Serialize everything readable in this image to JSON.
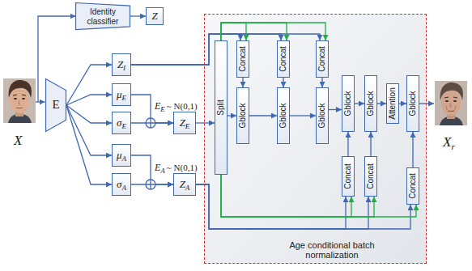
{
  "diagram": {
    "nodes": [
      {
        "text": [
          "Identity classifier"
        ]
      },
      {
        "text": [
          "Z"
        ]
      },
      {
        "text": [
          "E"
        ]
      },
      {
        "text": [
          "Z",
          "I"
        ]
      },
      {
        "text": [
          "μ",
          "E"
        ]
      },
      {
        "text": [
          "σ",
          "E"
        ]
      },
      {
        "text": [
          "μ",
          "A"
        ]
      },
      {
        "text": [
          "σ",
          "A"
        ]
      },
      {
        "text": [
          "Z",
          "E"
        ]
      },
      {
        "text": [
          "Z",
          "A"
        ]
      },
      {
        "text": [
          "Age conditional batch normalization"
        ]
      },
      {
        "text": [
          "Split"
        ],
        "in": 10
      },
      {
        "text": [
          "Concat"
        ],
        "in": 10
      },
      {
        "text": [
          "Concat"
        ],
        "in": 10
      },
      {
        "text": [
          "Concat"
        ],
        "in": 10
      },
      {
        "text": [
          "Gblock"
        ],
        "in": 10
      },
      {
        "text": [
          "Gblock"
        ],
        "in": 10
      },
      {
        "text": [
          "Gblock"
        ],
        "in": 10
      },
      {
        "text": [
          "Gblock"
        ],
        "in": 10
      },
      {
        "text": [
          "Gblock"
        ],
        "in": 10
      },
      {
        "text": [
          "Attention"
        ],
        "in": 10
      },
      {
        "text": [
          "Gblock"
        ],
        "in": 10
      },
      {
        "text": [
          "Concat"
        ],
        "in": 10
      },
      {
        "text": [
          "Concat"
        ],
        "in": 10
      },
      {
        "text": [
          "Concat"
        ],
        "in": 10
      }
    ],
    "edges": [
      {
        "from": 0,
        "to": 1,
        "arrow": "to"
      },
      {
        "from": 2,
        "to": 3,
        "arrow": "to"
      },
      {
        "from": 2,
        "to": 4,
        "arrow": "to"
      },
      {
        "from": 2,
        "to": 5,
        "arrow": "to"
      },
      {
        "from": 2,
        "to": 6,
        "arrow": "to"
      },
      {
        "from": 2,
        "to": 7,
        "arrow": "to"
      },
      {
        "from": 4,
        "to": 8,
        "arrow": "to"
      },
      {
        "from": 5,
        "to": 8,
        "arrow": "to"
      },
      {
        "from": 6,
        "to": 9,
        "arrow": "to"
      },
      {
        "from": 7,
        "to": 9,
        "arrow": "to"
      },
      {
        "from": 3,
        "to": 12,
        "arrow": "to"
      },
      {
        "from": 3,
        "to": 13,
        "arrow": "to"
      },
      {
        "from": 3,
        "to": 14,
        "arrow": "to"
      },
      {
        "from": 11,
        "to": 12,
        "arrow": "to"
      },
      {
        "from": 11,
        "to": 13,
        "arrow": "to"
      },
      {
        "from": 11,
        "to": 14,
        "arrow": "to"
      },
      {
        "from": 8,
        "to": 11,
        "arrow": "to"
      },
      {
        "from": 11,
        "to": 15,
        "arrow": "to"
      },
      {
        "from": 12,
        "to": 15,
        "arrow": "to"
      },
      {
        "from": 13,
        "to": 16,
        "arrow": "to"
      },
      {
        "from": 14,
        "to": 17,
        "arrow": "to"
      },
      {
        "from": 15,
        "to": 16,
        "arrow": "to"
      },
      {
        "from": 16,
        "to": 17,
        "arrow": "to"
      },
      {
        "from": 17,
        "to": 18,
        "arrow": "to"
      },
      {
        "from": 18,
        "to": 19,
        "arrow": "to"
      },
      {
        "from": 19,
        "to": 20,
        "arrow": "to"
      },
      {
        "from": 20,
        "to": 21,
        "arrow": "to"
      },
      {
        "from": 9,
        "to": 22,
        "arrow": "to"
      },
      {
        "from": 9,
        "to": 23,
        "arrow": "to"
      },
      {
        "from": 9,
        "to": 24,
        "arrow": "to"
      },
      {
        "from": 11,
        "to": 22,
        "arrow": "to"
      },
      {
        "from": 11,
        "to": 23,
        "arrow": "to"
      },
      {
        "from": 11,
        "to": 24,
        "arrow": "to"
      },
      {
        "from": 22,
        "to": 18,
        "arrow": "to"
      },
      {
        "from": 23,
        "to": 19,
        "arrow": "to"
      },
      {
        "from": 24,
        "to": 21,
        "arrow": "to"
      }
    ],
    "labels": [
      "X",
      "E",
      "E",
      "~ N(0,1)",
      "E",
      "A",
      "~ N(0,1)",
      "X",
      "r"
    ]
  }
}
